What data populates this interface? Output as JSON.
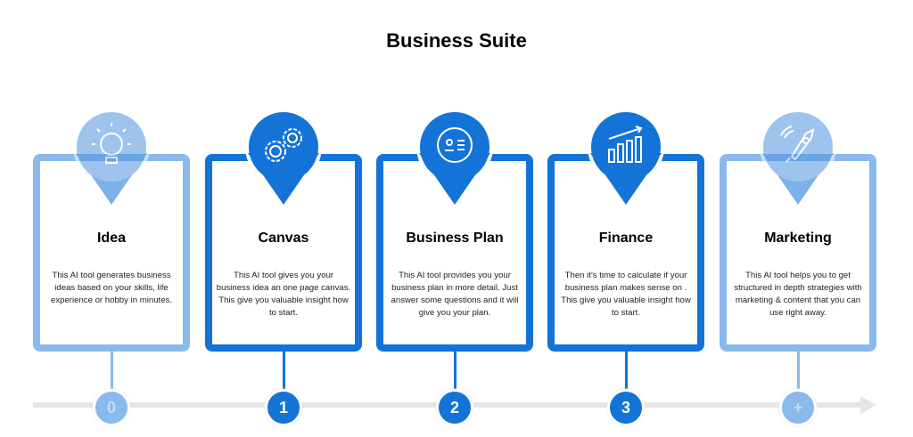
{
  "title": "Business Suite",
  "steps": [
    {
      "title": "Idea",
      "text": "This AI tool generates business ideas based on your skills, life experience or hobby in minutes.",
      "marker": "0",
      "icon": "lightbulb-icon",
      "faded": true
    },
    {
      "title": "Canvas",
      "text": "This AI tool gives you your business idea an one page canvas. This give you valuable insight how to start.",
      "marker": "1",
      "icon": "gears-icon",
      "faded": false
    },
    {
      "title": "Business Plan",
      "text": "This AI tool provides you your business plan in more detail. Just answer some questions and it will give you your plan.",
      "marker": "2",
      "icon": "profile-chat-icon",
      "faded": false
    },
    {
      "title": "Finance",
      "text": "Then it's time to calculate if your business plan makes sense on . This give you valuable insight how to start.",
      "marker": "3",
      "icon": "growth-chart-icon",
      "faded": false
    },
    {
      "title": "Marketing",
      "text": "This AI tool helps you to get structured in depth strategies with marketing & content that you can use right away.",
      "marker": "+",
      "icon": "rocket-icon",
      "faded": true
    }
  ],
  "colors": {
    "primary": "#1473d6",
    "faded": "#8ab9ec",
    "timeline": "#e6e6e6"
  }
}
